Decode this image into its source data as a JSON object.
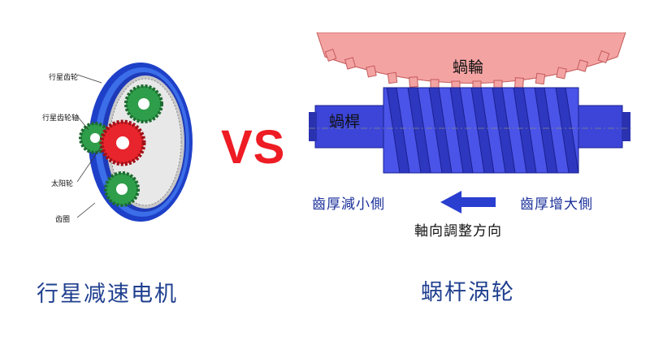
{
  "left": {
    "caption": "行星减速电机",
    "labels": {
      "planet_gear": "行星齿轮",
      "planet_shaft": "行星齿轮轴",
      "sun_gear": "太阳轮",
      "ring_gear": "齿圈"
    }
  },
  "center": {
    "vs": "VS"
  },
  "right": {
    "caption": "蜗杆涡轮",
    "worm_wheel": "蝸輪",
    "worm": "蝸桿",
    "thin_side": "齒厚減小側",
    "thick_side": "齒厚增大側",
    "axis_adjust": "軸向調整方向"
  },
  "colors": {
    "caption": "#1f3f8f",
    "vs": "#ee1c24",
    "ring": "#1e40c8",
    "planet": "#2e9e4a",
    "sun": "#e8242c",
    "worm": "#3c45d8",
    "wheel": "#f4a3a3"
  }
}
